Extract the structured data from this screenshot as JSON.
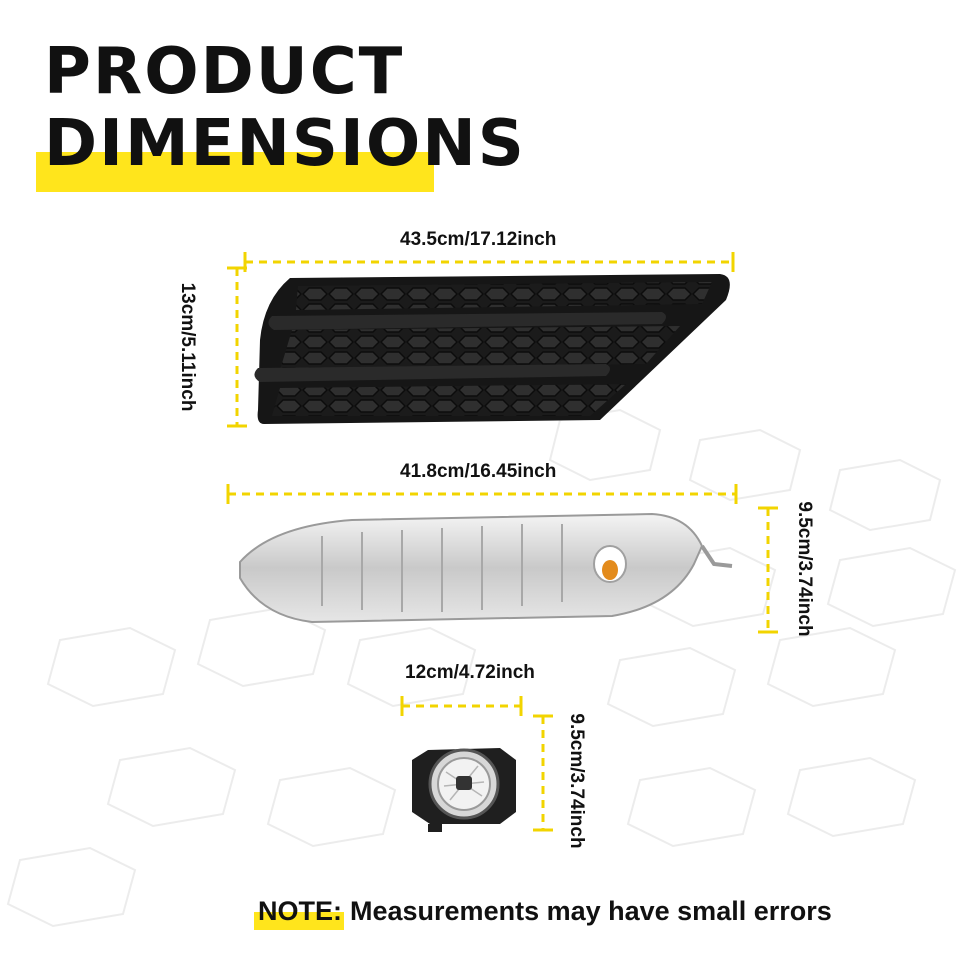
{
  "heading": {
    "line1": "PRODUCT",
    "line2": "DIMENSIONS"
  },
  "parts": {
    "grille": {
      "width": "43.5cm/17.12inch",
      "height": "13cm/5.11inch"
    },
    "side_light": {
      "width": "41.8cm/16.45inch",
      "height": "9.5cm/3.74inch"
    },
    "fog_lamp": {
      "width": "12cm/4.72inch",
      "height": "9.5cm/3.74inch"
    }
  },
  "note": {
    "label": "NOTE:",
    "text": "Measurements may have small errors"
  },
  "colors": {
    "accent": "#ffe51c",
    "dimension_line": "#f2d400",
    "text": "#111111"
  }
}
